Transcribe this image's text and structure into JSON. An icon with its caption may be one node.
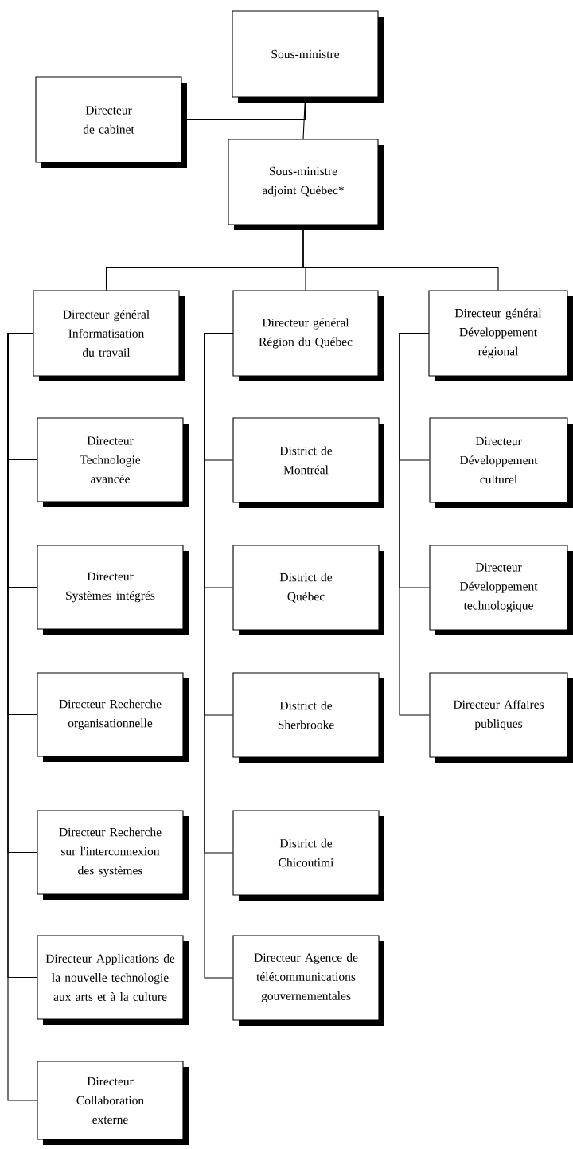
{
  "diagram": {
    "nodes": [
      {
        "text": [
          "Sous-ministre"
        ]
      },
      {
        "text": [
          "Directeur de cabinet"
        ]
      },
      {
        "text": [
          "Sous-ministre adjoint Québec*"
        ]
      },
      {
        "text": [
          "Directeur général Informatisation du travail"
        ]
      },
      {
        "text": [
          "Directeur général Région du Québec"
        ]
      },
      {
        "text": [
          "Directeur général Développement régional"
        ]
      },
      {
        "text": [
          "Directeur Technologie avancée"
        ]
      },
      {
        "text": [
          "District de Montréal"
        ]
      },
      {
        "text": [
          "Directeur Développement culturel"
        ]
      },
      {
        "text": [
          "Directeur Systèmes intégrés"
        ]
      },
      {
        "text": [
          "District de Québec"
        ]
      },
      {
        "text": [
          "Directeur Développement technologique"
        ]
      },
      {
        "text": [
          "Directeur Recherche organisationnelle"
        ]
      },
      {
        "text": [
          "District de Sherbrooke"
        ]
      },
      {
        "text": [
          "Directeur Affaires publiques"
        ]
      },
      {
        "text": [
          "Directeur Recherche sur l'interconnexion des systèmes"
        ]
      },
      {
        "text": [
          "District de Chicoutimi"
        ]
      },
      {
        "text": [
          "Directeur Applications de la nouvelle technologie aux arts et à la culture"
        ]
      },
      {
        "text": [
          "Directeur Agence de télécommunications gouvernementales"
        ]
      },
      {
        "text": [
          "Directeur Collaboration externe"
        ]
      }
    ],
    "edges": [
      {
        "from": 0,
        "to": 1,
        "arrow": "none"
      },
      {
        "from": 0,
        "to": 2,
        "arrow": "none"
      },
      {
        "from": 2,
        "to": 3,
        "arrow": "none"
      },
      {
        "from": 2,
        "to": 4,
        "arrow": "none"
      },
      {
        "from": 2,
        "to": 5,
        "arrow": "none"
      },
      {
        "from": 3,
        "to": 6,
        "arrow": "none"
      },
      {
        "from": 3,
        "to": 9,
        "arrow": "none"
      },
      {
        "from": 3,
        "to": 12,
        "arrow": "none"
      },
      {
        "from": 3,
        "to": 15,
        "arrow": "none"
      },
      {
        "from": 3,
        "to": 17,
        "arrow": "none"
      },
      {
        "from": 3,
        "to": 19,
        "arrow": "none"
      },
      {
        "from": 4,
        "to": 7,
        "arrow": "none"
      },
      {
        "from": 4,
        "to": 10,
        "arrow": "none"
      },
      {
        "from": 4,
        "to": 13,
        "arrow": "none"
      },
      {
        "from": 4,
        "to": 16,
        "arrow": "none"
      },
      {
        "from": 4,
        "to": 18,
        "arrow": "none"
      },
      {
        "from": 5,
        "to": 8,
        "arrow": "none"
      },
      {
        "from": 5,
        "to": 11,
        "arrow": "none"
      },
      {
        "from": 5,
        "to": 14,
        "arrow": "none"
      }
    ]
  }
}
